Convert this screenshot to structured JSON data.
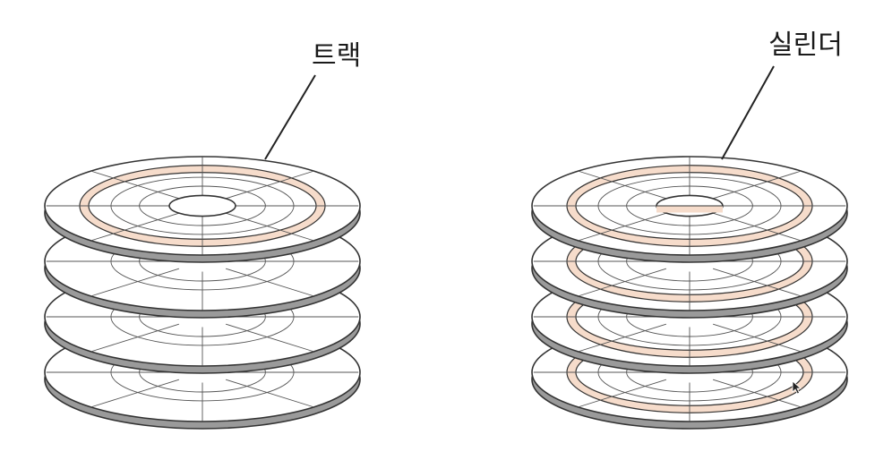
{
  "diagrams": [
    {
      "id": "track",
      "label": "트랙",
      "platter_count": 4,
      "highlight": "track-on-top-platter"
    },
    {
      "id": "cylinder",
      "label": "실린더",
      "platter_count": 4,
      "highlight": "same-track-on-every-platter"
    }
  ],
  "colors": {
    "highlight_fill": "#f6dccb",
    "stroke": "#333333",
    "grid_stroke": "#555555",
    "platter_face": "#ffffff",
    "platter_edge": "#9a9a9a"
  },
  "icons": {
    "cursor": "mouse-pointer-icon"
  }
}
